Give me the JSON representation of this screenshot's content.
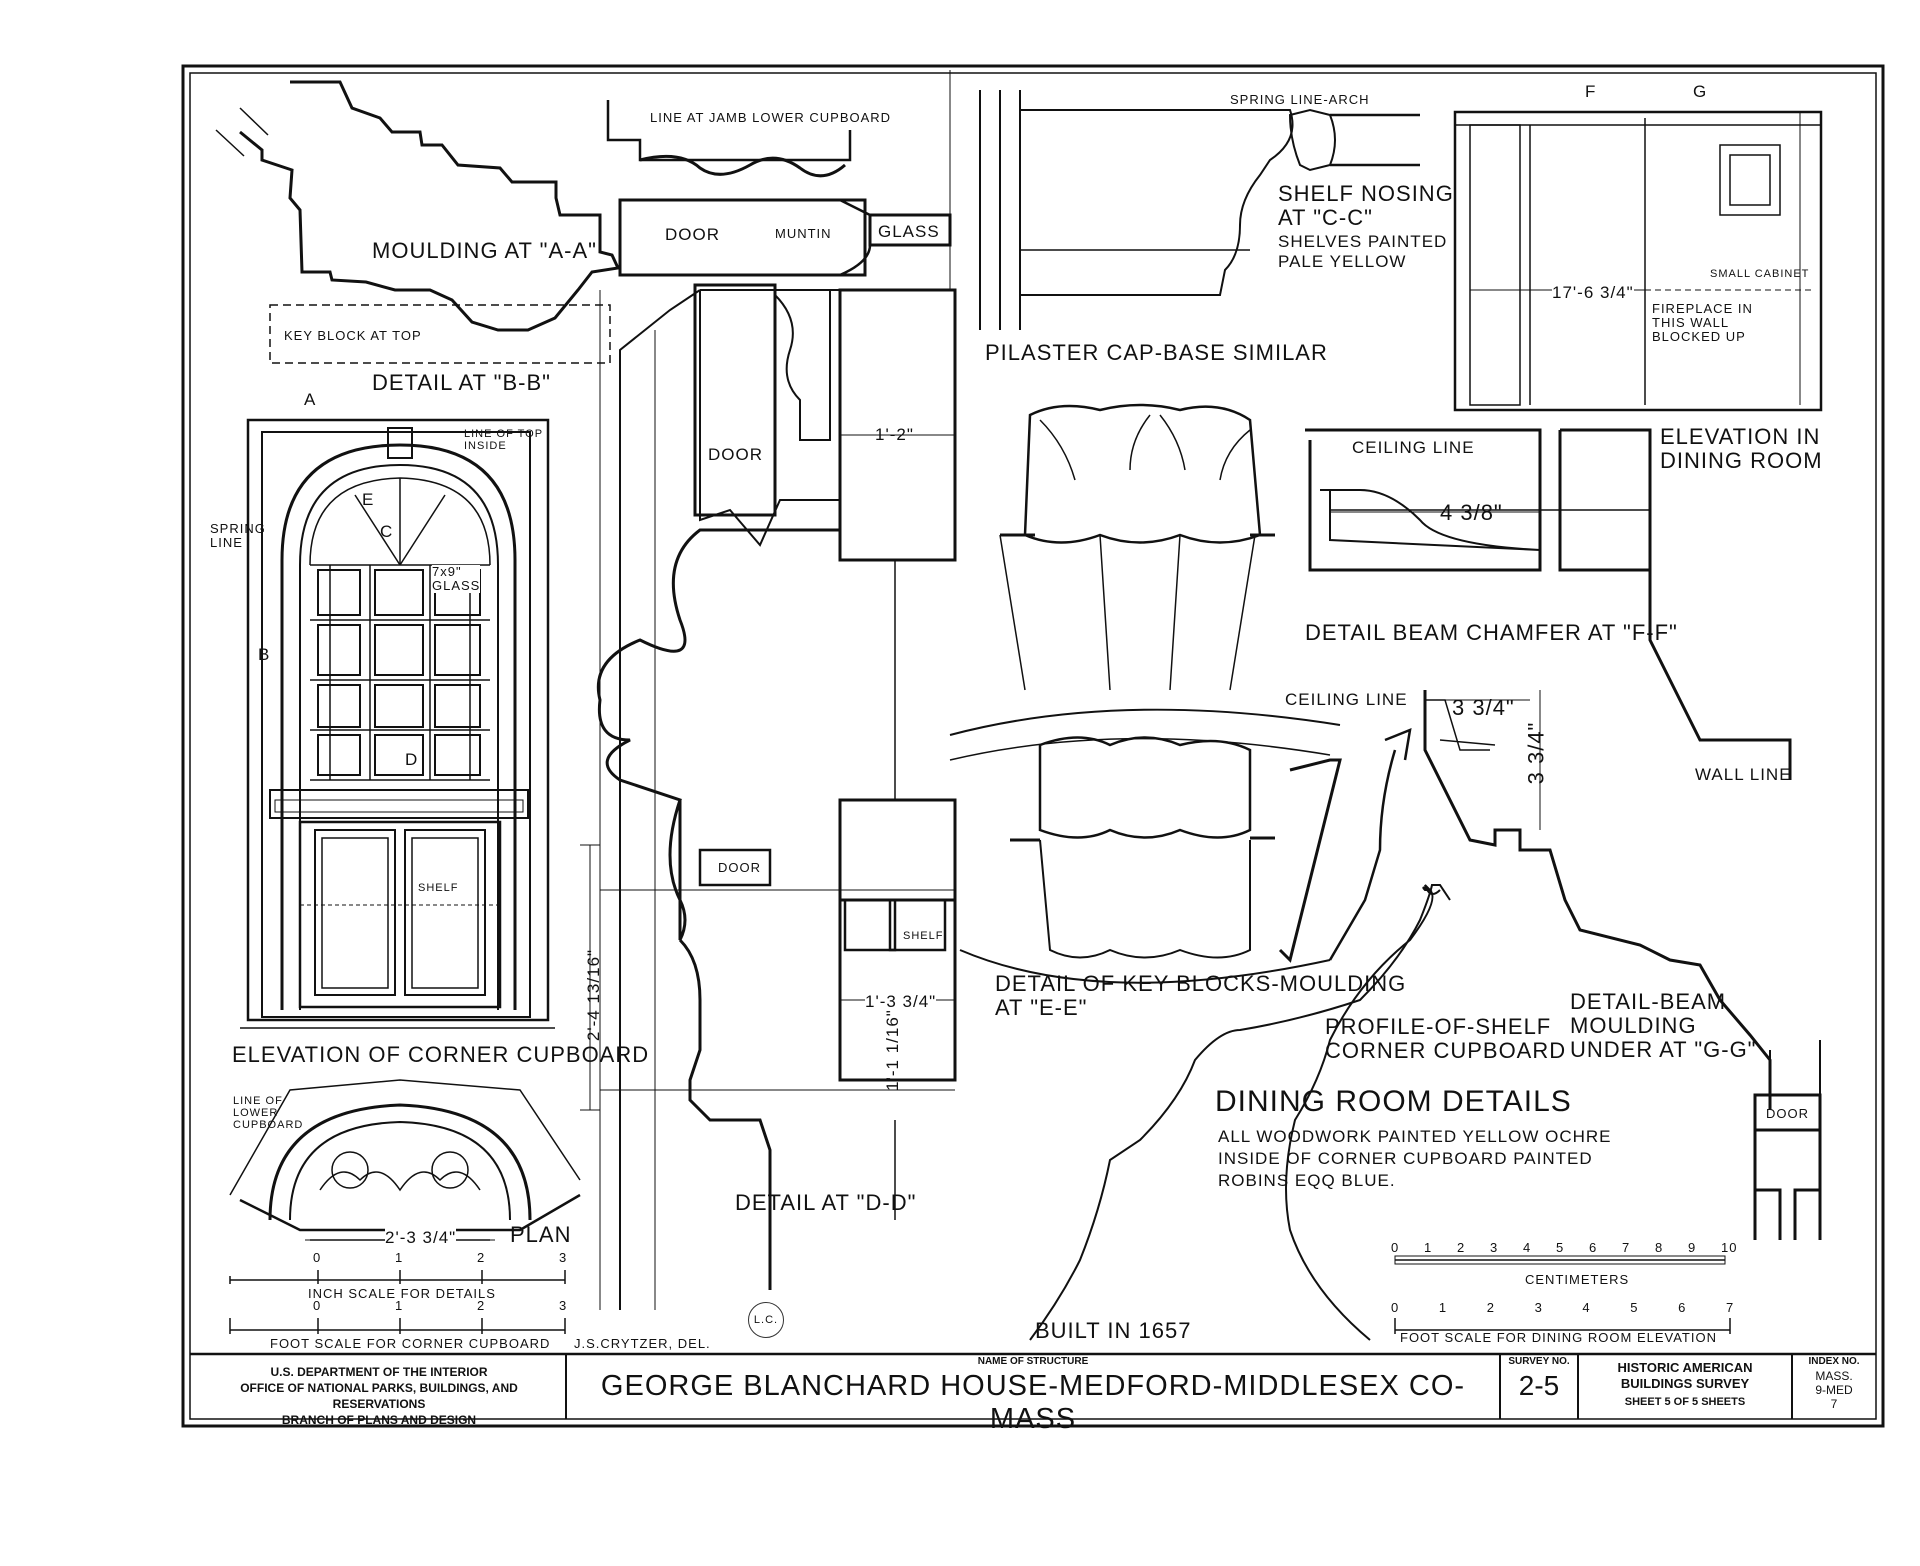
{
  "sheet": {
    "title_main": "DINING ROOM DETAILS",
    "notes": "ALL WOODWORK PAINTED YELLOW OCHRE\nINSIDE OF CORNER CUPBOARD PAINTED\nROBINS EQQ BLUE.",
    "built": "BUILT IN 1657",
    "delineator": "J.S.CRYTZER, DEL.",
    "stamp": "L.C."
  },
  "labels": {
    "moulding_aa": "MOULDING AT \"A-A\"",
    "detail_bb": "DETAIL AT \"B-B\"",
    "key_block": "KEY BLOCK AT TOP",
    "line_jamb": "LINE AT JAMB LOWER CUPBOARD",
    "door1": "DOOR",
    "muntin": "MUNTIN",
    "glass": "GLASS",
    "door2": "DOOR",
    "dim_1_2": "1'-2\"",
    "spring_line_arch": "SPRING LINE-ARCH",
    "shelf_nosing": "SHELF NOSING\nAT \"C-C\"",
    "shelves_painted": "SHELVES PAINTED\nPALE YELLOW",
    "pilaster": "PILASTER CAP-BASE SIMILAR",
    "ceiling_line1": "CEILING LINE",
    "dim_4_3_8": "4 3/8\"",
    "chamfer": "DETAIL BEAM CHAMFER AT \"F-F\"",
    "elevation_dining": "ELEVATION IN\nDINING ROOM",
    "fireplace": "FIREPLACE IN\nTHIS WALL\nBLOCKED UP",
    "small_cabinet": "SMALL CABINET",
    "dim_17_6": "17'-6 3/4\"",
    "ceiling_line2": "CEILING LINE",
    "dim_3_3_4a": "3 3/4\"",
    "dim_3_3_4b": "3 3/4\"",
    "wall_line": "WALL LINE",
    "elev_corner": "ELEVATION OF CORNER CUPBOARD",
    "spring_line": "SPRING\nLINE",
    "line_of_top": "LINE OF TOP\nINSIDE",
    "glass_7x9": "7x9\"\nGLASS",
    "shelf": "SHELF",
    "line_lower": "LINE OF\nLOWER\nCUPBOARD",
    "plan": "PLAN",
    "dim_2_3_3_4": "2'-3 3/4\"",
    "inch_scale": "INCH SCALE FOR DETAILS",
    "foot_scale_cc": "FOOT SCALE FOR CORNER CUPBOARD",
    "door3": "DOOR",
    "shelf2": "SHELF",
    "dim_1_3_3_4": "1'-3 3/4\"",
    "dim_1_1_1_16": "1'-1 1/16\"",
    "dim_2_4_13_16": "2'-4 13/16\"",
    "detail_dd": "DETAIL AT \"D-D\"",
    "key_blocks": "DETAIL OF KEY BLOCKS-MOULDING\nAT \"E-E\"",
    "profile_shelf": "PROFILE-OF-SHELF\nCORNER CUPBOARD",
    "beam_moulding": "DETAIL-BEAM\nMOULDING\nUNDER AT \"G-G\"",
    "door4": "DOOR",
    "centimeters": "CENTIMETERS",
    "foot_scale_dr": "FOOT SCALE FOR DINING ROOM ELEVATION",
    "sec_A": "A",
    "sec_B": "B",
    "sec_C": "C",
    "sec_D": "D",
    "sec_E": "E",
    "sec_F": "F",
    "sec_G": "G"
  },
  "scales": {
    "inch_ticks": [
      "0",
      "1",
      "2",
      "3"
    ],
    "foot_ticks": [
      "0",
      "1",
      "2",
      "3"
    ],
    "cm_ticks": [
      "0",
      "1",
      "2",
      "3",
      "4",
      "5",
      "6",
      "7",
      "8",
      "9",
      "10"
    ],
    "dr_ticks": [
      "0",
      "1",
      "2",
      "3",
      "4",
      "5",
      "6",
      "7"
    ]
  },
  "title_block": {
    "agency": "U.S. DEPARTMENT OF THE INTERIOR\nOFFICE OF NATIONAL PARKS, BUILDINGS, AND RESERVATIONS\nBRANCH OF PLANS AND DESIGN",
    "name_caption": "NAME OF STRUCTURE",
    "structure": "GEORGE BLANCHARD HOUSE-MEDFORD-MIDDLESEX CO-MASS",
    "survey_caption": "SURVEY NO.",
    "survey_no": "2-5",
    "habs": "HISTORIC AMERICAN\nBUILDINGS SURVEY",
    "sheet": "SHEET 5 OF 5 SHEETS",
    "index_caption": "INDEX NO.",
    "index_no": "MASS.\n9-MED\n7"
  }
}
